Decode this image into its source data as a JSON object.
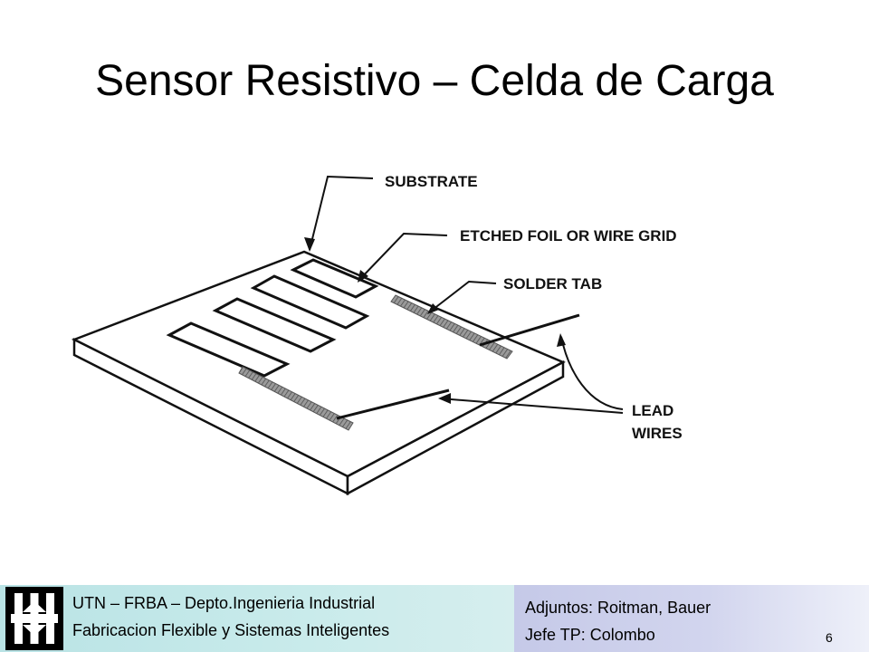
{
  "slide": {
    "title": "Sensor Resistivo – Celda de Carga",
    "page_number": "6"
  },
  "diagram": {
    "labels": {
      "substrate": "SUBSTRATE",
      "grid": "ETCHED FOIL OR WIRE GRID",
      "solder_tab": "SOLDER TAB",
      "lead_line1": "LEAD",
      "lead_line2": "WIRES"
    }
  },
  "footer": {
    "logo_icon": "utn-logo-icon",
    "line1": "UTN – FRBA – Depto.Ingenieria Industrial",
    "line2": "Fabricacion Flexible y Sistemas Inteligentes",
    "line3": "Adjuntos: Roitman, Bauer",
    "line4": "Jefe TP: Colombo"
  }
}
